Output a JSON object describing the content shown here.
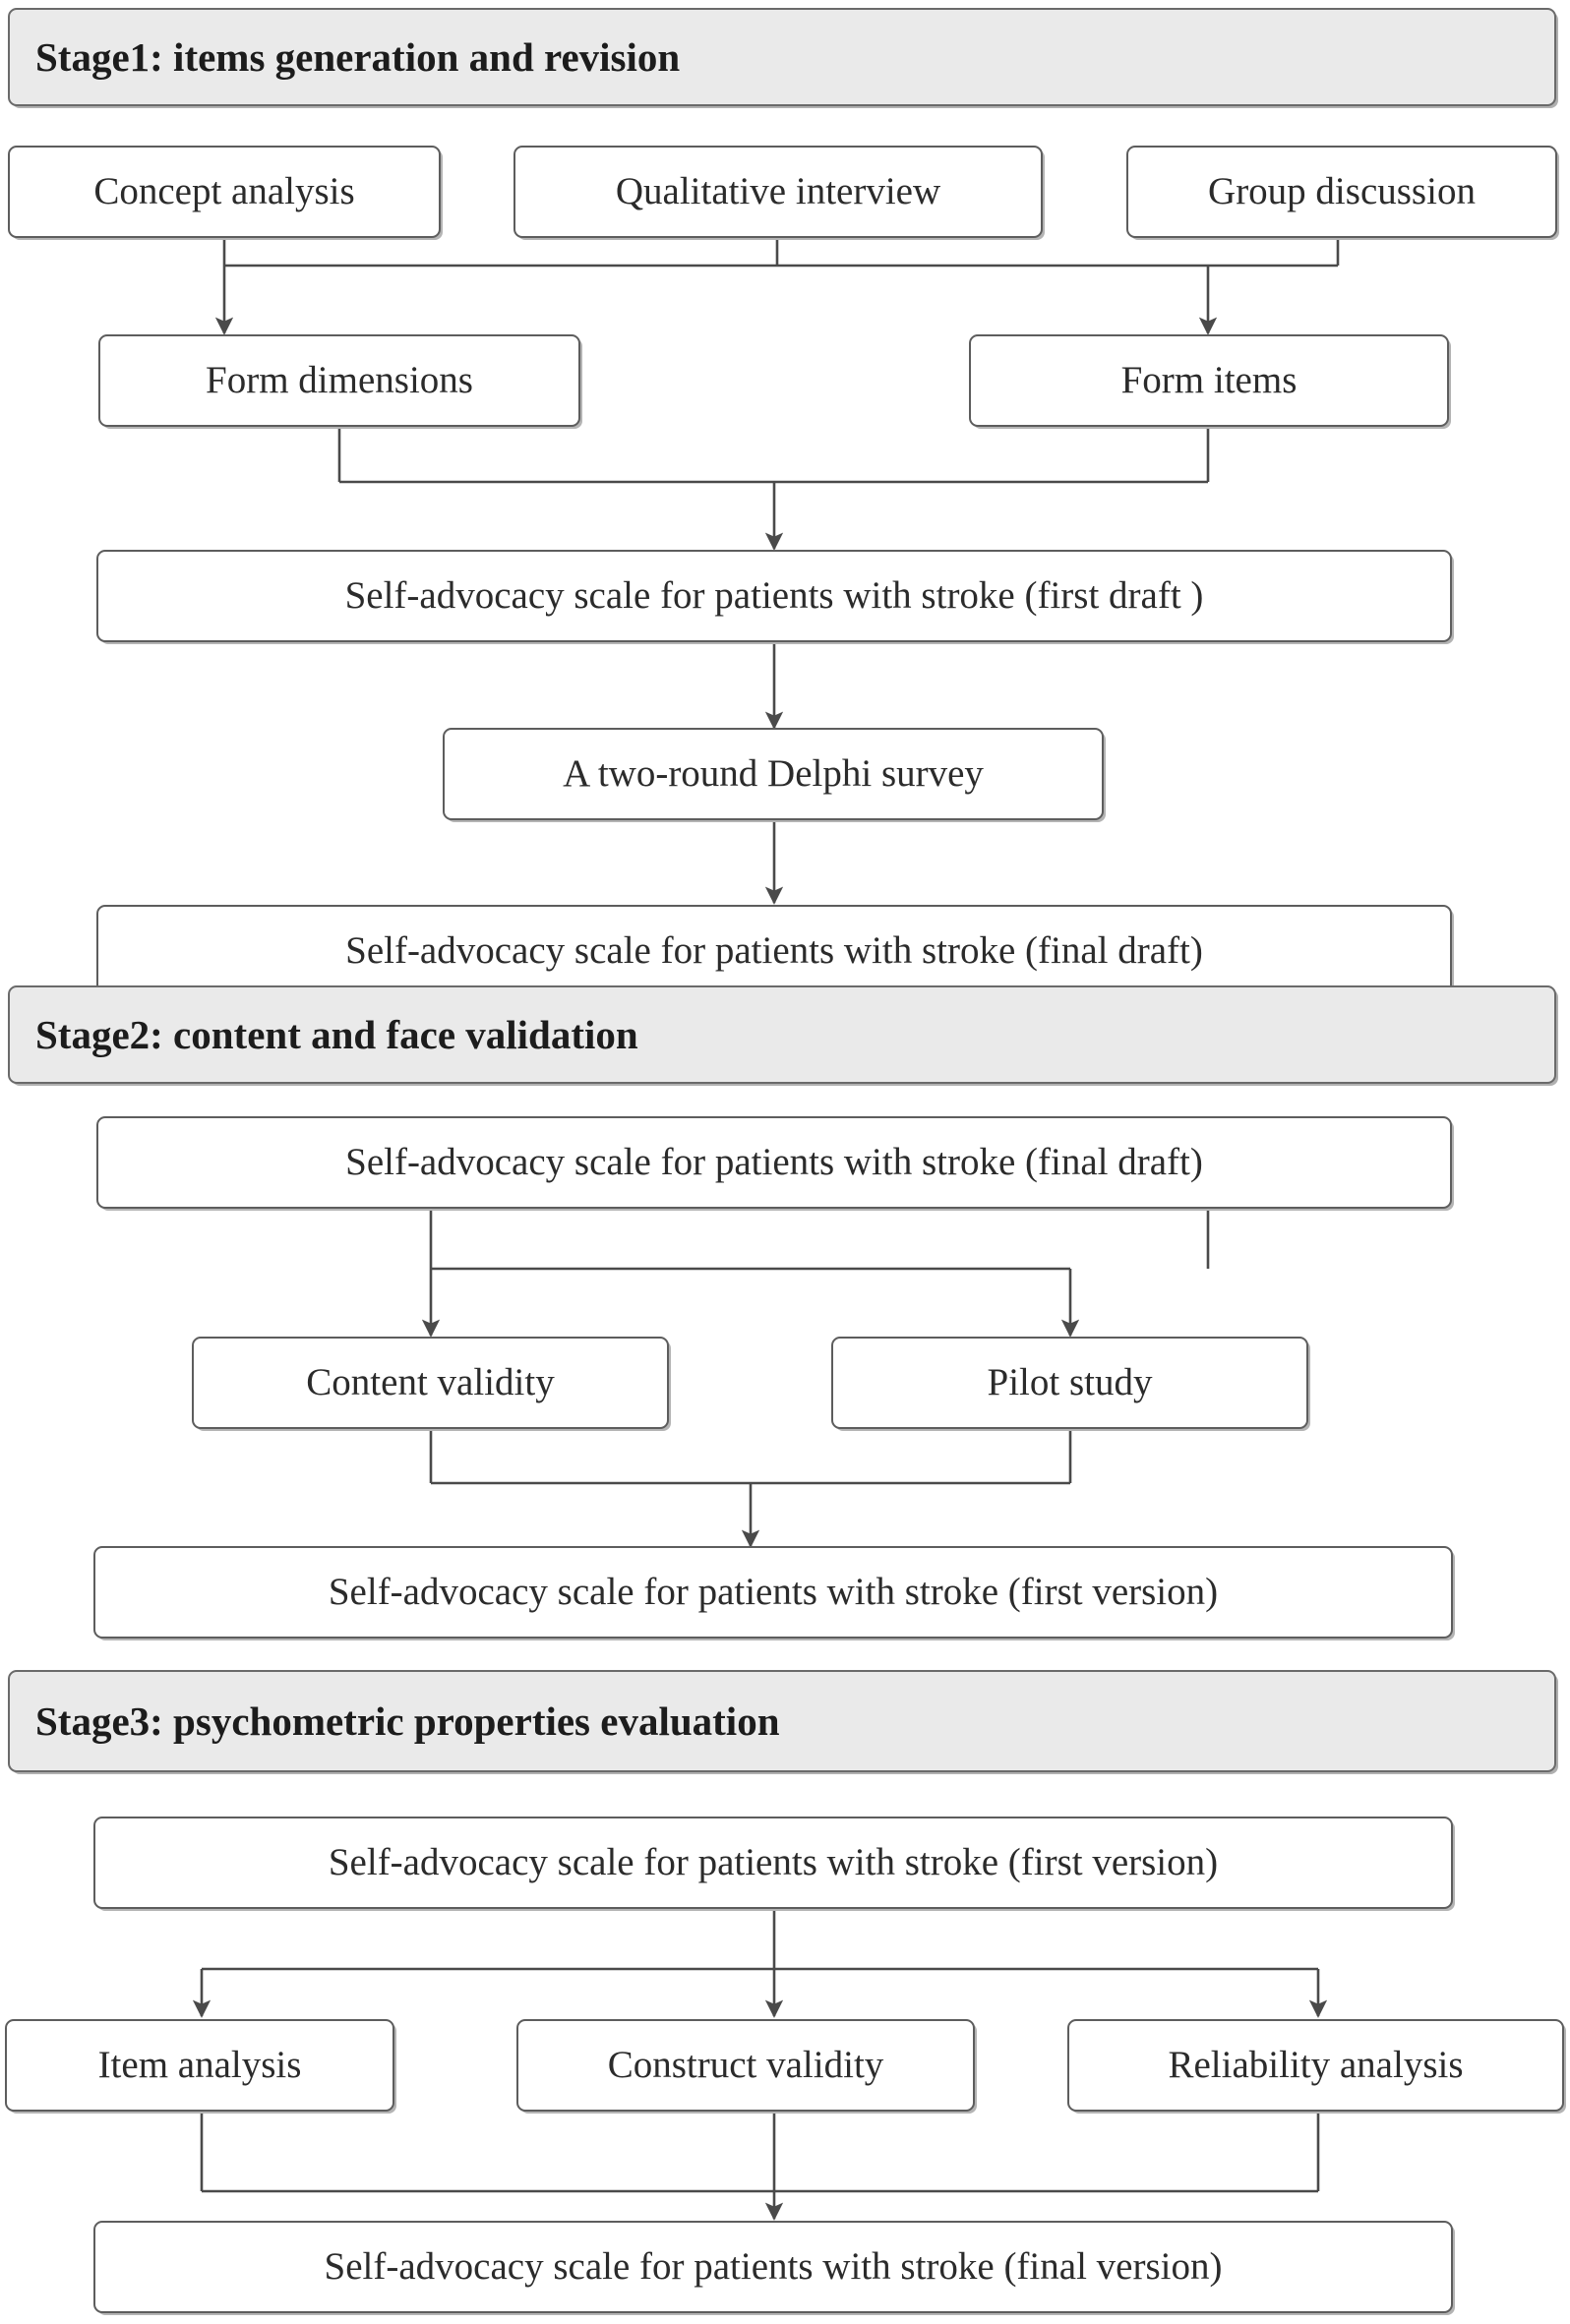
{
  "diagram": {
    "title": "Scale development flowchart",
    "colors": {
      "stage_header_fill": "#eaeaea",
      "node_fill": "#ffffff",
      "border": "#5d5d5d",
      "connector": "#4a4a4a",
      "text": "#2b2b2b"
    },
    "stages": [
      {
        "id": "stage1",
        "header": "Stage1: items generation and revision",
        "nodes": [
          {
            "id": "concept-analysis",
            "label": "Concept analysis"
          },
          {
            "id": "qualitative-interview",
            "label": "Qualitative interview"
          },
          {
            "id": "group-discussion",
            "label": "Group discussion"
          },
          {
            "id": "form-dimensions",
            "label": "Form dimensions"
          },
          {
            "id": "form-items",
            "label": "Form items"
          },
          {
            "id": "scale-first-draft",
            "label": "Self-advocacy scale for patients with stroke (first draft )"
          },
          {
            "id": "delphi-survey",
            "label": "A two-round Delphi survey"
          },
          {
            "id": "scale-final-draft",
            "label": "Self-advocacy scale for patients with stroke (final draft)"
          }
        ]
      },
      {
        "id": "stage2",
        "header": "Stage2: content and face validation",
        "nodes": [
          {
            "id": "scale-final-draft-2",
            "label": "Self-advocacy scale for patients with stroke (final draft)"
          },
          {
            "id": "content-validity",
            "label": "Content validity"
          },
          {
            "id": "pilot-study",
            "label": "Pilot study"
          },
          {
            "id": "scale-first-version",
            "label": "Self-advocacy scale for patients with stroke (first version)"
          }
        ]
      },
      {
        "id": "stage3",
        "header": "Stage3: psychometric properties evaluation",
        "nodes": [
          {
            "id": "scale-first-version-2",
            "label": "Self-advocacy scale for patients with stroke (first version)"
          },
          {
            "id": "item-analysis",
            "label": "Item analysis"
          },
          {
            "id": "construct-validity",
            "label": "Construct validity"
          },
          {
            "id": "reliability-analysis",
            "label": "Reliability analysis"
          },
          {
            "id": "scale-final-version",
            "label": "Self-advocacy scale for patients with stroke (final version)"
          }
        ]
      }
    ],
    "edges": [
      {
        "from": "concept-analysis",
        "to": "form-dimensions"
      },
      {
        "from": "qualitative-interview",
        "to": "form-dimensions"
      },
      {
        "from": "qualitative-interview",
        "to": "form-items"
      },
      {
        "from": "group-discussion",
        "to": "form-items"
      },
      {
        "from": "form-dimensions",
        "to": "scale-first-draft"
      },
      {
        "from": "form-items",
        "to": "scale-first-draft"
      },
      {
        "from": "scale-first-draft",
        "to": "delphi-survey"
      },
      {
        "from": "delphi-survey",
        "to": "scale-final-draft"
      },
      {
        "from": "scale-final-draft-2",
        "to": "content-validity"
      },
      {
        "from": "scale-final-draft-2",
        "to": "pilot-study"
      },
      {
        "from": "content-validity",
        "to": "scale-first-version"
      },
      {
        "from": "pilot-study",
        "to": "scale-first-version"
      },
      {
        "from": "scale-first-version-2",
        "to": "item-analysis"
      },
      {
        "from": "scale-first-version-2",
        "to": "construct-validity"
      },
      {
        "from": "scale-first-version-2",
        "to": "reliability-analysis"
      },
      {
        "from": "item-analysis",
        "to": "scale-final-version"
      },
      {
        "from": "construct-validity",
        "to": "scale-final-version"
      },
      {
        "from": "reliability-analysis",
        "to": "scale-final-version"
      }
    ]
  }
}
